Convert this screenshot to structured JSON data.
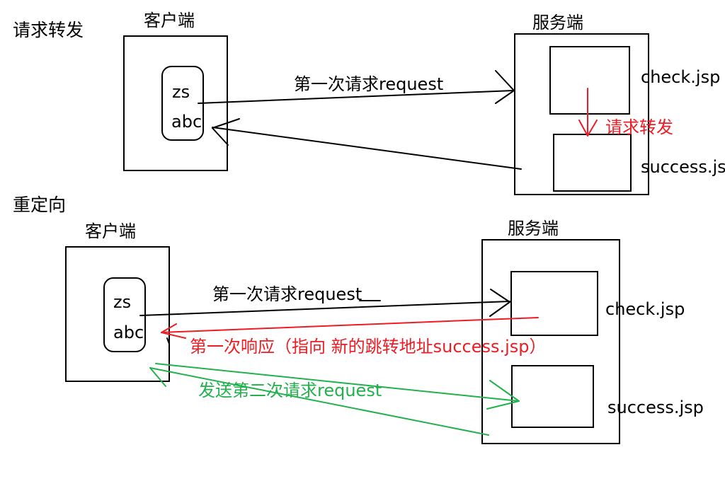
{
  "forward": {
    "section_label": "请求转发",
    "client_label": "客户端",
    "server_label": "服务端",
    "client_field_1": "zs",
    "client_field_2": "abc",
    "request_label": "第一次请求request",
    "file_1": "check.jsp",
    "file_2": "success.jsp",
    "forward_label": "请求转发"
  },
  "redirect": {
    "section_label": "重定向",
    "client_label": "客户端",
    "server_label": "服务端",
    "client_field_1": "zs",
    "client_field_2": "abc",
    "request_label": "第一次请求request",
    "response_label": "第一次响应（指向 新的跳转地址success.jsp）",
    "second_request_label": "发送第二次请求request",
    "file_1": "check.jsp",
    "file_2": "success.jsp"
  },
  "colors": {
    "ink": "#000000",
    "forward_red": "#ee1c24",
    "response_red": "#ee1c24",
    "second_green": "#22b14c"
  }
}
